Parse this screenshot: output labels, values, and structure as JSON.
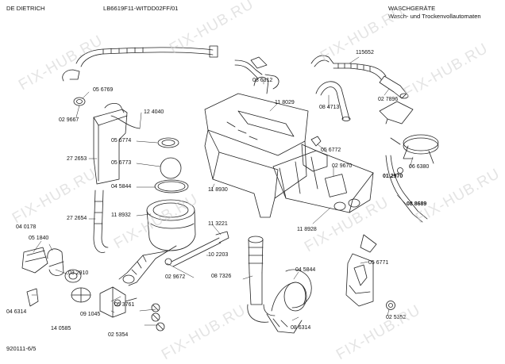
{
  "header": {
    "brand": "DE DIETRICH",
    "model": "LB6619F11-WITDD02FF/01",
    "category": "WASCHGERÄTE",
    "subtitle": "Wasch- und Trockenvollautomaten"
  },
  "footer": {
    "sheet_code": "920111-6/5"
  },
  "watermark": "FIX-HUB.RU",
  "parts": [
    "05 6769",
    "02 9667",
    "27 2653",
    "27 2654",
    "04 0178",
    "05 1840",
    "03 2910",
    "04 6314",
    "09 1045",
    "14 0585",
    "02 5354",
    "05 3761",
    "12 4040",
    "05 6774",
    "05 6773",
    "04 5844",
    "11 8932",
    "11 8930",
    "11 3221",
    "10 2203",
    "02 9672",
    "08 6312",
    "11 8029",
    "08 4713",
    "05 6772",
    "02 9670",
    "11 8928",
    "08 7326",
    "04 5844",
    "08 6314",
    "115652",
    "02 7896",
    "06 6380",
    "01 2970",
    "08 8689",
    "05 6771",
    "02 5352"
  ]
}
